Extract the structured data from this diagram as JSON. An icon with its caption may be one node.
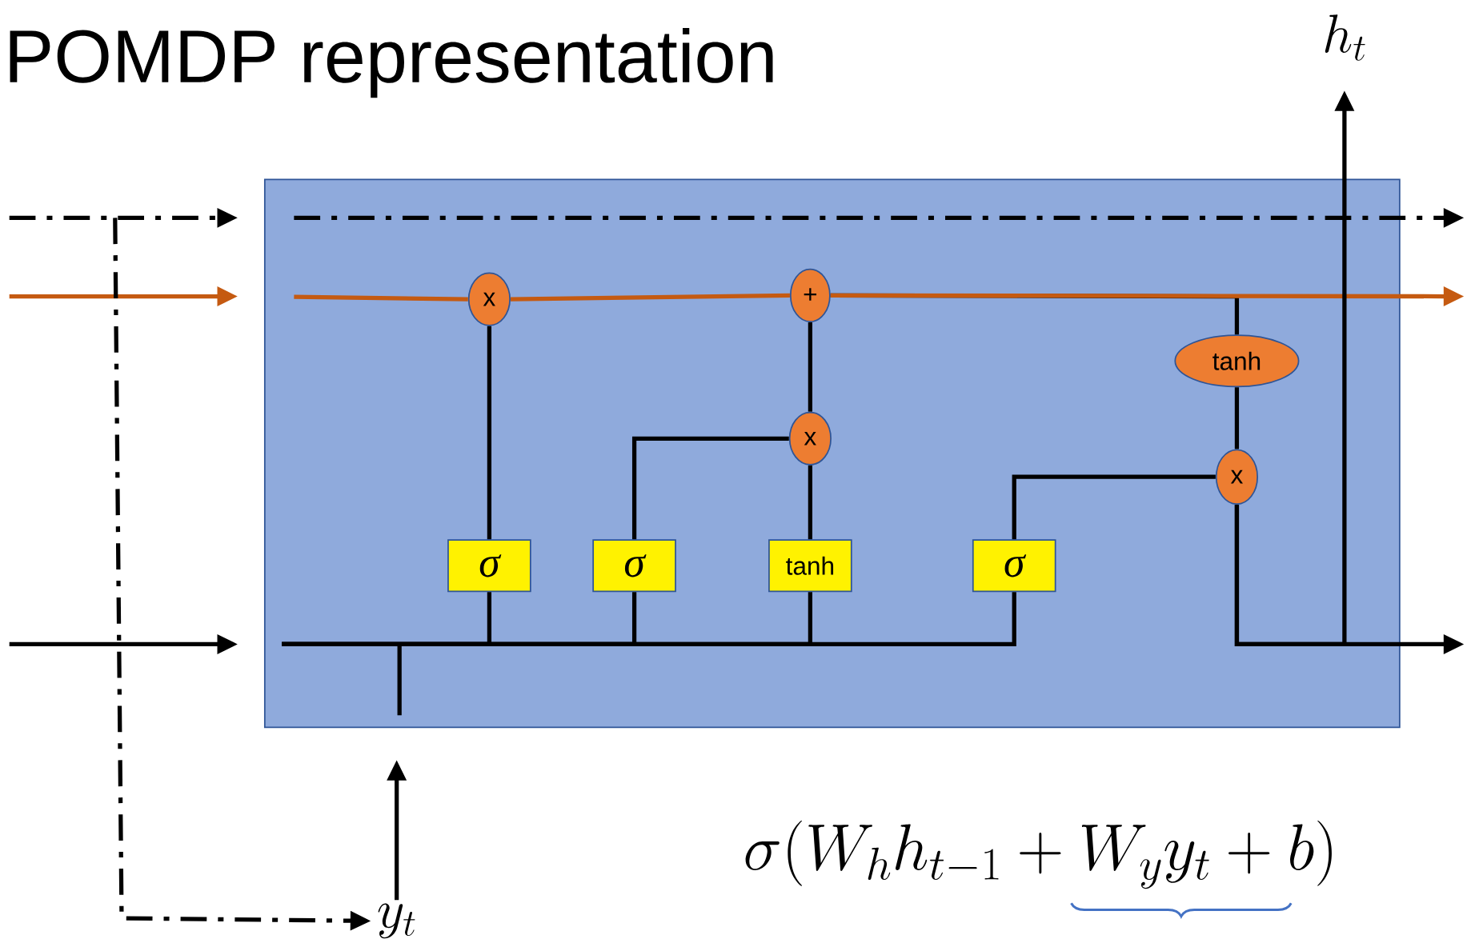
{
  "diagram": {
    "title": "POMDP representation",
    "nodes": [
      {
        "text": [],
        "shape": "box"
      },
      {
        "text": [
          "σ"
        ],
        "in": 0
      },
      {
        "text": [
          "σ"
        ],
        "in": 0
      },
      {
        "text": [
          "tanh"
        ],
        "in": 0
      },
      {
        "text": [
          "σ"
        ],
        "in": 0
      },
      {
        "text": [
          "x"
        ],
        "in": 0
      },
      {
        "text": [
          "+"
        ],
        "in": 0
      },
      {
        "text": [
          "x"
        ],
        "in": 0
      },
      {
        "text": [
          "tanh"
        ],
        "in": 0
      },
      {
        "text": [
          "x"
        ],
        "in": 0
      },
      {
        "text": [
          "h_t"
        ]
      },
      {
        "text": [
          "y_t"
        ]
      }
    ],
    "edges": [
      {
        "from": null,
        "to": 0,
        "arrow": "to",
        "style": "dashed"
      },
      {
        "from": null,
        "to": 0,
        "arrow": "to",
        "color": "#c55a11"
      },
      {
        "from": null,
        "to": 0,
        "arrow": "to"
      },
      {
        "from": null,
        "to": 11,
        "arrow": "to",
        "style": "dashed"
      },
      {
        "from": 0,
        "to": null,
        "arrow": "to",
        "style": "dashed"
      },
      {
        "from": 0,
        "to": 5,
        "arrow": "none",
        "color": "#c55a11"
      },
      {
        "from": 5,
        "to": 6,
        "arrow": "none",
        "color": "#c55a11"
      },
      {
        "from": 6,
        "to": null,
        "arrow": "to",
        "color": "#c55a11"
      },
      {
        "from": 0,
        "to": 1,
        "arrow": "none"
      },
      {
        "from": 0,
        "to": 2,
        "arrow": "none"
      },
      {
        "from": 0,
        "to": 3,
        "arrow": "none"
      },
      {
        "from": 0,
        "to": 4,
        "arrow": "none"
      },
      {
        "from": 11,
        "to": 0,
        "arrow": "to"
      },
      {
        "from": 1,
        "to": 5,
        "arrow": "none"
      },
      {
        "from": 2,
        "to": 7,
        "arrow": "none"
      },
      {
        "from": 3,
        "to": 7,
        "arrow": "none"
      },
      {
        "from": 7,
        "to": 6,
        "arrow": "none"
      },
      {
        "from": 4,
        "to": 9,
        "arrow": "none"
      },
      {
        "from": 6,
        "to": 8,
        "arrow": "none"
      },
      {
        "from": 8,
        "to": 9,
        "arrow": "none"
      },
      {
        "from": 9,
        "to": null,
        "arrow": "to"
      },
      {
        "from": 9,
        "to": 10,
        "arrow": "to"
      }
    ],
    "labels": [
      "\\sigma(W_h h_{t-1}+W_y y_t+b)"
    ]
  }
}
